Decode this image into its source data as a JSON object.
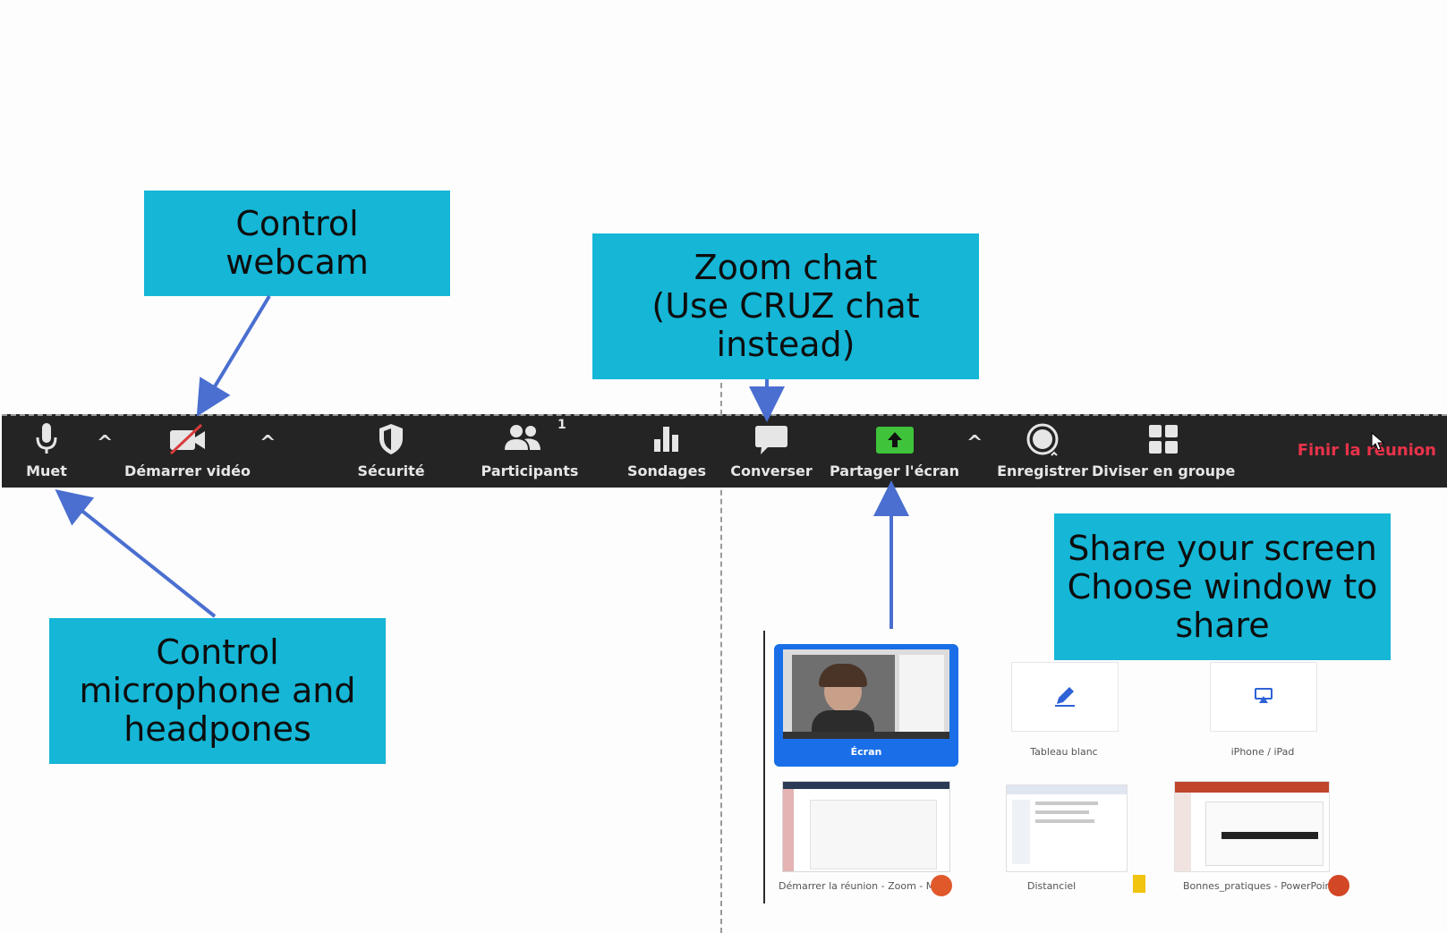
{
  "toolbar": {
    "mute_label": "Muet",
    "video_label": "Démarrer vidéo",
    "security_label": "Sécurité",
    "participants_label": "Participants",
    "participants_count": "1",
    "polls_label": "Sondages",
    "chat_label": "Converser",
    "share_label": "Partager l'écran",
    "record_label": "Enregistrer",
    "breakout_label": "Diviser en groupe",
    "end_label": "Finir la réunion"
  },
  "callouts": {
    "webcam": [
      "Control",
      "webcam"
    ],
    "chat": [
      "Zoom chat",
      "(Use CRUZ chat",
      "instead)"
    ],
    "microphone": [
      "Control",
      "microphone and",
      "headpones"
    ],
    "share": [
      "Share your screen",
      "Choose window to",
      "share"
    ]
  },
  "share_picker": {
    "items": [
      {
        "label": "Écran"
      },
      {
        "label": "Tableau blanc"
      },
      {
        "label": "iPhone / iPad"
      },
      {
        "label": "Démarrer la réunion - Zoom - M..."
      },
      {
        "label": "Distanciel"
      },
      {
        "label": "Bonnes_pratiques - PowerPoint"
      }
    ]
  },
  "colors": {
    "callout_bg": "#15b6d6",
    "toolbar_bg": "#242424",
    "arrow": "#4a6fd0",
    "end_red": "#e8334a",
    "share_green": "#3fc33a",
    "selected_blue": "#1a6fe8"
  }
}
